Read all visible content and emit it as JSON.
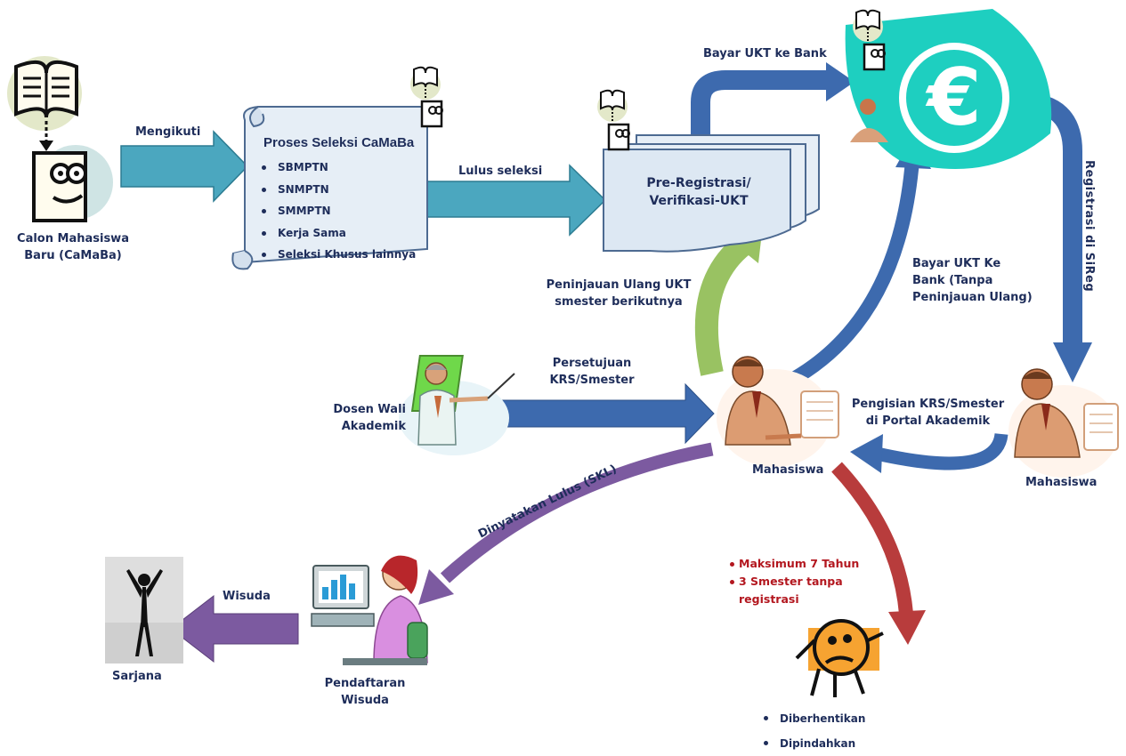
{
  "nodes": {
    "camaba": "Calon Mahasiswa\nBaru (CaMaBa)",
    "proses_title": "Proses Seleksi CaMaBa",
    "proses_items": [
      "SBMPTN",
      "SNMPTN",
      "SMMPTN",
      "Kerja Sama",
      "Seleksi Khusus lainnya"
    ],
    "preregistrasi": "Pre-Registrasi/\nVerifikasi-UKT",
    "dosen_wali": "Dosen Wali\nAkademik",
    "mahasiswa_center": "Mahasiswa",
    "mahasiswa_right": "Mahasiswa",
    "pendaftaran": "Pendaftaran\nWisuda",
    "sarjana": "Sarjana",
    "currency_symbol": "€"
  },
  "edges": {
    "mengikuti": "Mengikuti",
    "lulus_seleksi": "Lulus seleksi",
    "bayar_ukt": "Bayar UKT ke Bank",
    "registrasi": "Registrasi di SiReg",
    "bayar_tanpa": "Bayar UKT Ke\nBank (Tanpa\nPeninjauan Ulang)",
    "peninjauan": "Peninjauan Ulang UKT\nsmester berikutnya",
    "persetujuan": "Persetujuan\nKRS/Smester",
    "pengisian": "Pengisian KRS/Smester\ndi Portal Akademik",
    "dinyatakan": "Dinyatakan Lulus (SKL)",
    "wisuda": "Wisuda"
  },
  "conditions": [
    "Maksimum 7 Tahun",
    "3 Smester tanpa\nregistrasi"
  ],
  "outcomes": [
    "Diberhentikan",
    "Dipindahkan"
  ],
  "colors": {
    "teal_arrow": "#4ba7bf",
    "blue_arrow": "#3d6aae",
    "green_arrow": "#99c262",
    "purple_arrow": "#7c5aa0",
    "red_arrow": "#b83c3c",
    "currency": "#1ecfc0",
    "text": "#1e2d5a",
    "warning_text": "#b3171f"
  },
  "icons": [
    "book-icon",
    "person-doc-icon",
    "currency-euro-icon",
    "student-at-computer-icon",
    "lecturer-at-board-icon",
    "woman-at-computer-icon",
    "graduate-icon",
    "sad-face-icon",
    "scroll-icon"
  ]
}
